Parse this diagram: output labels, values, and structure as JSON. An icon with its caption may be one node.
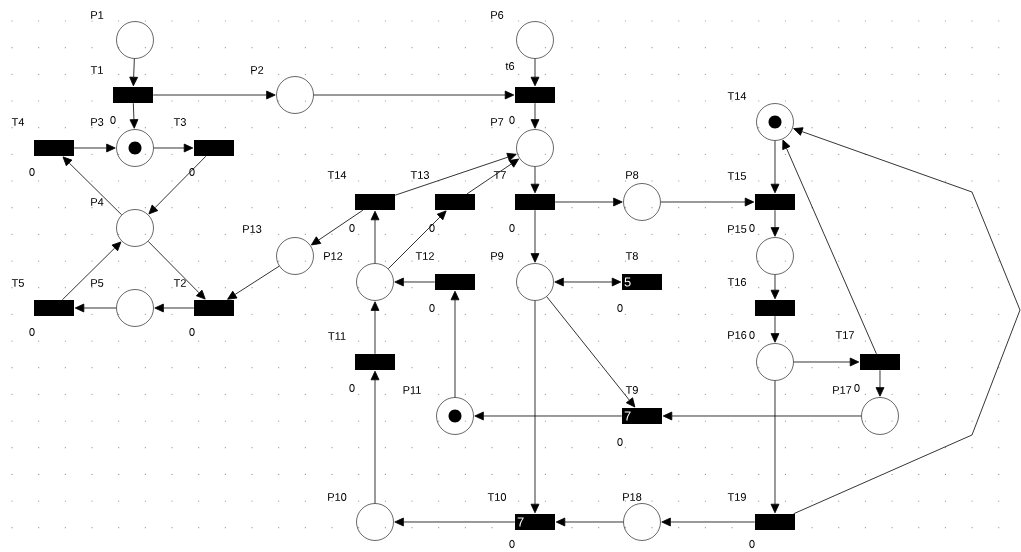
{
  "diagram": {
    "nodes": [
      {
        "text": [
          "P1"
        ]
      },
      {
        "text": [
          "T1"
        ],
        "beside": [
          "0"
        ]
      },
      {
        "text": [
          "P2"
        ]
      },
      {
        "text": [
          "P3"
        ]
      },
      {
        "text": [],
        "shape": "circle",
        "in": 3
      },
      {
        "text": [
          "T4"
        ],
        "beside": [
          "0"
        ]
      },
      {
        "text": [
          "T3"
        ],
        "beside": [
          "0"
        ]
      },
      {
        "text": [
          "P4"
        ]
      },
      {
        "text": [
          "T5"
        ],
        "beside": [
          "0"
        ]
      },
      {
        "text": [
          "P5"
        ]
      },
      {
        "text": [
          "T2"
        ],
        "beside": [
          "0"
        ]
      },
      {
        "text": [
          "P13"
        ]
      },
      {
        "text": [
          "P6"
        ]
      },
      {
        "text": [
          "t6"
        ]
      },
      {
        "text": [
          "P7"
        ]
      },
      {
        "text": [
          "T14"
        ],
        "beside": [
          "0"
        ]
      },
      {
        "text": [
          "T13"
        ],
        "beside": [
          "0"
        ]
      },
      {
        "text": [
          "T7"
        ],
        "beside": [
          "0"
        ]
      },
      {
        "text": [
          "P8"
        ]
      },
      {
        "text": [
          "P12"
        ]
      },
      {
        "text": [
          "T12"
        ],
        "beside": [
          "0"
        ]
      },
      {
        "text": [
          "P9"
        ]
      },
      {
        "text": [
          "T8",
          "5"
        ],
        "beside": [
          "0"
        ]
      },
      {
        "text": [
          "T11"
        ],
        "beside": [
          "0"
        ]
      },
      {
        "text": [
          "P11"
        ]
      },
      {
        "text": [],
        "shape": "circle",
        "in": 24
      },
      {
        "text": [
          "T9",
          "7"
        ],
        "beside": [
          "0"
        ]
      },
      {
        "text": [
          "P10"
        ]
      },
      {
        "text": [
          "T10",
          "7"
        ],
        "beside": [
          "0"
        ]
      },
      {
        "text": [
          "P18"
        ]
      },
      {
        "text": [
          "T14"
        ]
      },
      {
        "text": [],
        "shape": "circle",
        "in": 30
      },
      {
        "text": [
          "T15"
        ]
      },
      {
        "text": [
          "P15"
        ]
      },
      {
        "text": [
          "T16"
        ]
      },
      {
        "text": [
          "P16"
        ]
      },
      {
        "text": [
          "T17"
        ]
      },
      {
        "text": [
          "P17"
        ]
      },
      {
        "text": [
          "T19"
        ],
        "beside": [
          "0"
        ]
      }
    ],
    "edges": [
      {
        "from": 0,
        "to": 1,
        "arrow": "to"
      },
      {
        "from": 1,
        "to": 2,
        "arrow": "to"
      },
      {
        "from": 1,
        "to": 3,
        "arrow": "to"
      },
      {
        "from": 5,
        "to": 3,
        "arrow": "to"
      },
      {
        "from": 3,
        "to": 6,
        "arrow": "to"
      },
      {
        "from": 6,
        "to": 7,
        "arrow": "to"
      },
      {
        "from": 7,
        "to": 5,
        "arrow": "to"
      },
      {
        "from": 7,
        "to": 10,
        "arrow": "to"
      },
      {
        "from": 8,
        "to": 7,
        "arrow": "to"
      },
      {
        "from": 10,
        "to": 9,
        "arrow": "to"
      },
      {
        "from": 9,
        "to": 8,
        "arrow": "to"
      },
      {
        "from": 11,
        "to": 10,
        "arrow": "to"
      },
      {
        "from": 2,
        "to": 13,
        "arrow": "to"
      },
      {
        "from": 12,
        "to": 13,
        "arrow": "to"
      },
      {
        "from": 13,
        "to": 14,
        "arrow": "to"
      },
      {
        "from": 15,
        "to": 14,
        "arrow": "to"
      },
      {
        "from": 15,
        "to": 11,
        "arrow": "to"
      },
      {
        "from": 16,
        "to": 14,
        "arrow": "to"
      },
      {
        "from": 14,
        "to": 17,
        "arrow": "to"
      },
      {
        "from": 17,
        "to": 18,
        "arrow": "to"
      },
      {
        "from": 17,
        "to": 21,
        "arrow": "to"
      },
      {
        "from": 19,
        "to": 15,
        "arrow": "to"
      },
      {
        "from": 19,
        "to": 16,
        "arrow": "to"
      },
      {
        "from": 20,
        "to": 19,
        "arrow": "to"
      },
      {
        "from": 24,
        "to": 20,
        "arrow": "to"
      },
      {
        "from": 23,
        "to": 19,
        "arrow": "to"
      },
      {
        "from": 27,
        "to": 23,
        "arrow": "to"
      },
      {
        "from": 21,
        "to": 22,
        "arrow": "both"
      },
      {
        "from": 21,
        "to": 26,
        "arrow": "to"
      },
      {
        "from": 21,
        "to": 28,
        "arrow": "to"
      },
      {
        "from": 26,
        "to": 24,
        "arrow": "to"
      },
      {
        "from": 37,
        "to": 26,
        "arrow": "to"
      },
      {
        "from": 28,
        "to": 27,
        "arrow": "to"
      },
      {
        "from": 29,
        "to": 28,
        "arrow": "to"
      },
      {
        "from": 38,
        "to": 29,
        "arrow": "to"
      },
      {
        "from": 18,
        "to": 32,
        "arrow": "to"
      },
      {
        "from": 30,
        "to": 32,
        "arrow": "to"
      },
      {
        "from": 32,
        "to": 33,
        "arrow": "to"
      },
      {
        "from": 33,
        "to": 34,
        "arrow": "to"
      },
      {
        "from": 34,
        "to": 35,
        "arrow": "to"
      },
      {
        "from": 35,
        "to": 36,
        "arrow": "to"
      },
      {
        "from": 36,
        "to": 37,
        "arrow": "to"
      },
      {
        "from": 36,
        "to": 30,
        "arrow": "to"
      },
      {
        "from": 35,
        "to": 38,
        "arrow": "to"
      },
      {
        "from": 38,
        "to": 30,
        "arrow": "to"
      }
    ],
    "labels": [
      "0",
      "0",
      "0",
      "0"
    ]
  }
}
